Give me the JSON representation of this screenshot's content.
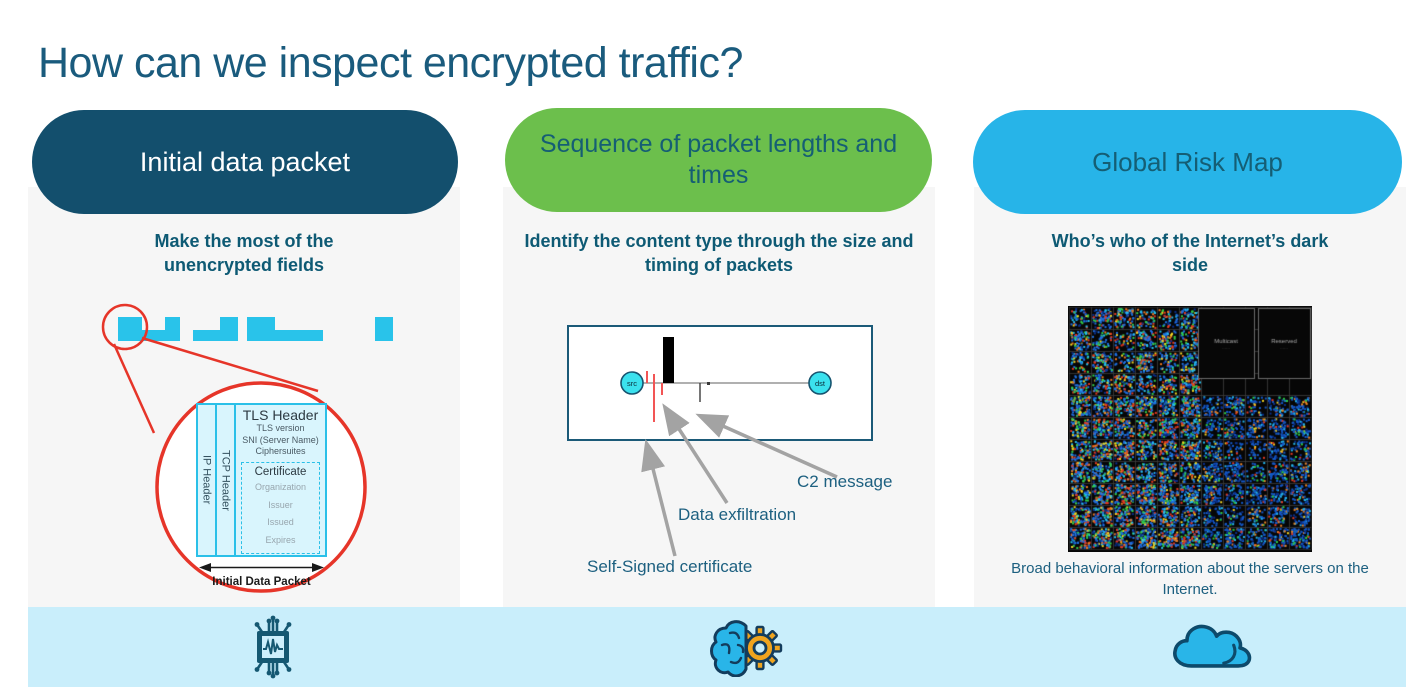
{
  "slide": {
    "title": "How can we inspect encrypted traffic?"
  },
  "colors": {
    "title_text": "#1a5b7d",
    "column_bg": "#f6f6f6",
    "pill1_bg": "#134f6d",
    "pill2_bg": "#6cbf4c",
    "pill3_bg": "#27b4e8",
    "pill_dark_text": "#155e74",
    "subtitle_text": "#0e5a74",
    "diagram_cyan": "#29c3ea",
    "highlight_red": "#e63529",
    "arrow_gray": "#a3a3a3",
    "footer_bar": "#c9eefb",
    "icon_navy": "#155872",
    "icon_cyan": "#29b5e8",
    "icon_orange": "#f0a41e"
  },
  "columns": [
    {
      "pill": "Initial data packet",
      "subtitle": "Make the most of the unencrypted fields",
      "packet": {
        "ip": "IP Header",
        "tcp": "TCP Header",
        "tls_title": "TLS Header",
        "tls_fields": [
          "TLS version",
          "SNI (Server Name)",
          "Ciphersuites"
        ],
        "cert_title": "Certificate",
        "cert_fields": [
          "Organization",
          "Issuer",
          "Issued",
          "Expires"
        ],
        "axis_label": "Initial Data Packet"
      }
    },
    {
      "pill": "Sequence of packet lengths and times",
      "subtitle": "Identify the content type through the size and timing of packets",
      "timeline": {
        "src": "src",
        "dst": "dst"
      },
      "annotations": [
        "C2 message",
        "Data exfiltration",
        "Self-Signed certificate"
      ]
    },
    {
      "pill": "Global Risk Map",
      "subtitle": "Who’s who of the Internet’s dark side",
      "treemap_labels": [
        "Multicast",
        "Reserved"
      ],
      "caption": "Broad behavioral information about the servers on the Internet."
    }
  ],
  "footer": {
    "icons": [
      "chip-waveform-icon",
      "brain-gear-icon",
      "cloud-icon"
    ]
  }
}
